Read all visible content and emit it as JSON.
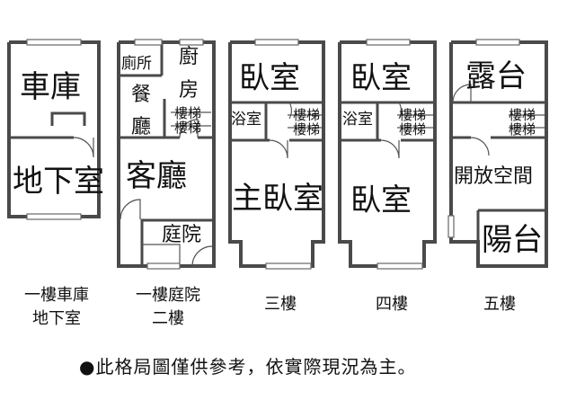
{
  "floors": [
    {
      "id": "f1",
      "rooms": {
        "garage": "車庫",
        "basement": "地下室"
      },
      "caption": "一樓車庫\n地下室"
    },
    {
      "id": "f2",
      "rooms": {
        "toilet": "廁所",
        "kitchen_1": "廚",
        "kitchen_2": "房",
        "dining_1": "餐",
        "dining_2": "廳",
        "stairs_1": "樓梯",
        "stairs_2": "樓梯",
        "living": "客廳",
        "courtyard": "庭院"
      },
      "caption": "一樓庭院\n二樓"
    },
    {
      "id": "f3",
      "rooms": {
        "bedroom": "臥室",
        "bath": "浴室",
        "stairs_1": "樓梯",
        "stairs_2": "樓梯",
        "master": "主臥室"
      },
      "caption": "三樓"
    },
    {
      "id": "f4",
      "rooms": {
        "bedroom_top": "臥室",
        "bath": "浴室",
        "stairs_1": "樓梯",
        "stairs_2": "樓梯",
        "bedroom_bottom": "臥室"
      },
      "caption": "四樓"
    },
    {
      "id": "f5",
      "rooms": {
        "terrace": "露台",
        "stairs_1": "樓梯",
        "stairs_2": "樓梯",
        "open_space": "開放空間",
        "balcony": "陽台"
      },
      "caption": "五樓"
    }
  ],
  "note": "●此格局圖僅供參考，依實際現況為主。"
}
